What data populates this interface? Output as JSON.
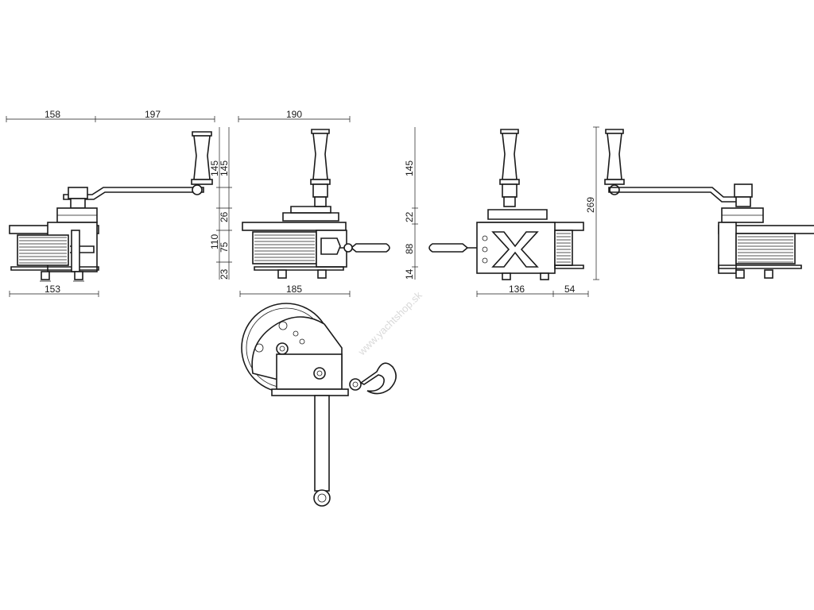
{
  "watermark": "www.yachtshop.sk",
  "colors": {
    "line": "#1a1a1a",
    "watermark": "#d9d9d9",
    "background": "#ffffff"
  },
  "dimensions": {
    "side_left_top_a": "158",
    "side_left_top_b": "197",
    "side_left_bottom": "153",
    "side_left_v_handle": "145",
    "side_left_v_body": "110",
    "side_left_v_bottom": "23",
    "front_top": "190",
    "front_bottom": "185",
    "front_v_handle": "145",
    "front_v_gear": "26",
    "front_v_drum": "75",
    "back_v_handle": "145",
    "back_v_gear": "22",
    "back_v_drum": "88",
    "back_v_bottom": "14",
    "back_bottom_a": "136",
    "back_bottom_b": "54",
    "side_right_v_total": "269"
  }
}
